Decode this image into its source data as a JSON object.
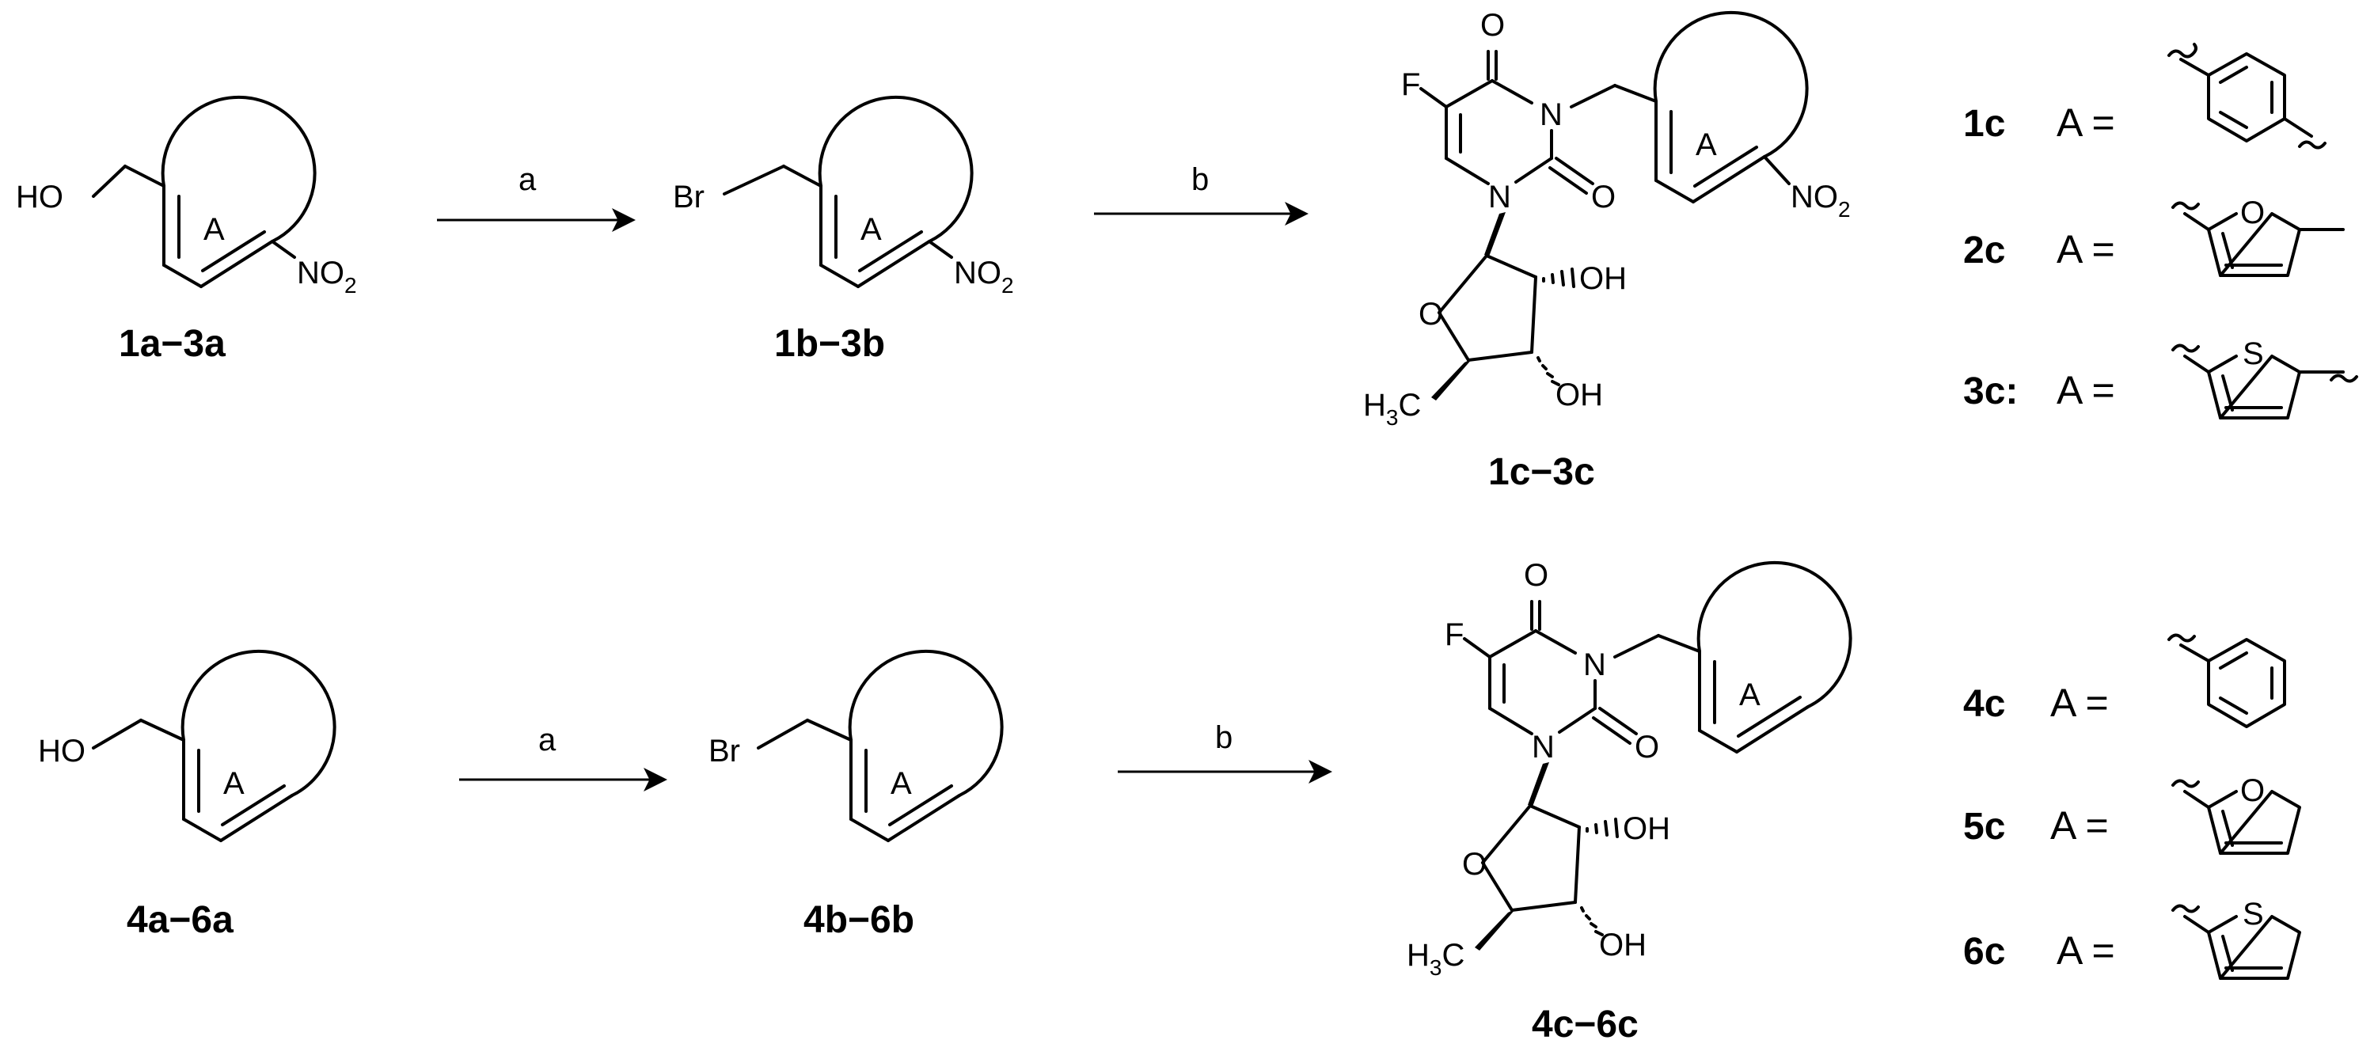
{
  "colors": {
    "ink": "#000000",
    "background": "#ffffff"
  },
  "atoms": {
    "hydroxyl": "HO",
    "bromo": "Br",
    "nitro_main": "NO",
    "nitro_sub": "2",
    "ring": "A",
    "fluoro": "F",
    "nitrogen": "N",
    "oxygen": "O",
    "hydroxy_right": "OH",
    "methyl_main": "H",
    "methyl_sub": "3",
    "methyl_c": "C",
    "sulfur": "S"
  },
  "rows": [
    {
      "start_label": "1a−3a",
      "intermediate_label": "1b−3b",
      "product_label": "1c−3c",
      "reagents": [
        "a",
        "b"
      ],
      "variants": [
        {
          "id": "1c",
          "text": "A =",
          "ring": "benzene-para"
        },
        {
          "id": "2c",
          "text": "A =",
          "ring": "furan-2,5"
        },
        {
          "id": "3c:",
          "text": "A =",
          "ring": "thiophene-2,5"
        }
      ]
    },
    {
      "start_label": "4a−6a",
      "intermediate_label": "4b−6b",
      "product_label": "4c−6c",
      "reagents": [
        "a",
        "b"
      ],
      "variants": [
        {
          "id": "4c",
          "text": "A =",
          "ring": "benzene"
        },
        {
          "id": "5c",
          "text": "A =",
          "ring": "furan-2"
        },
        {
          "id": "6c",
          "text": "A =",
          "ring": "thiophene-2"
        }
      ]
    }
  ]
}
